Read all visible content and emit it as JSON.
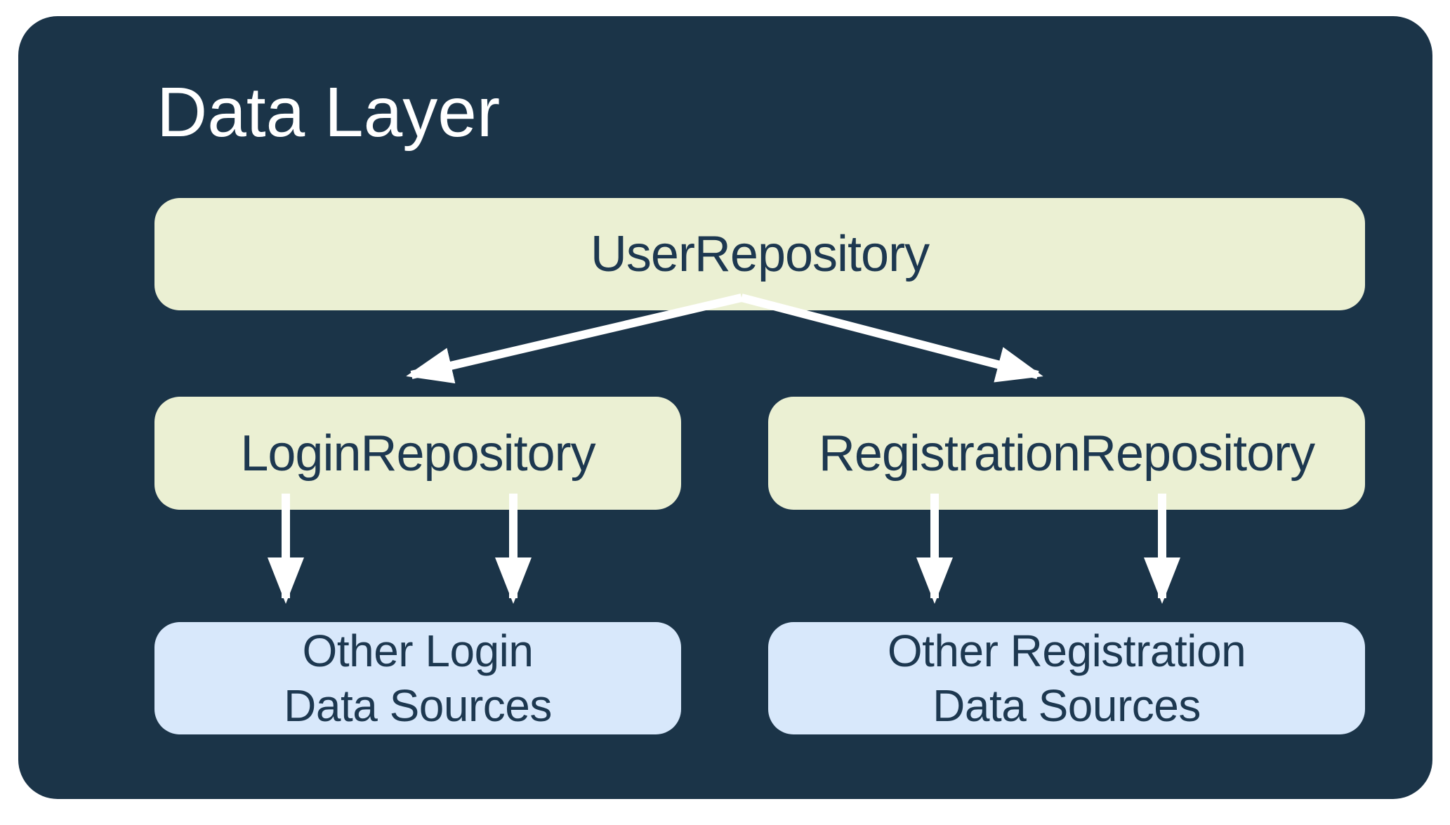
{
  "diagram": {
    "title": "Data Layer",
    "nodes": {
      "user_repository": {
        "label": "UserRepository",
        "type": "repository"
      },
      "login_repository": {
        "label": "LoginRepository",
        "type": "repository"
      },
      "registration_repository": {
        "label": "RegistrationRepository",
        "type": "repository"
      },
      "other_login_data_sources": {
        "line1": "Other Login",
        "line2": "Data Sources",
        "type": "data-source"
      },
      "other_registration_data_sources": {
        "line1": "Other Registration",
        "line2": "Data Sources",
        "type": "data-source"
      }
    },
    "edges": [
      {
        "from": "user_repository",
        "to": "login_repository",
        "arrows": 1
      },
      {
        "from": "user_repository",
        "to": "registration_repository",
        "arrows": 1
      },
      {
        "from": "login_repository",
        "to": "other_login_data_sources",
        "arrows": 2
      },
      {
        "from": "registration_repository",
        "to": "other_registration_data_sources",
        "arrows": 2
      }
    ],
    "colors": {
      "background": "#ffffff",
      "container": "#1B3448",
      "repository_box": "#EBF0D3",
      "data_source_box": "#D8E8FB",
      "node_text": "#1D3850",
      "title_text": "#FFFFFF",
      "arrow": "#FFFFFF"
    }
  }
}
